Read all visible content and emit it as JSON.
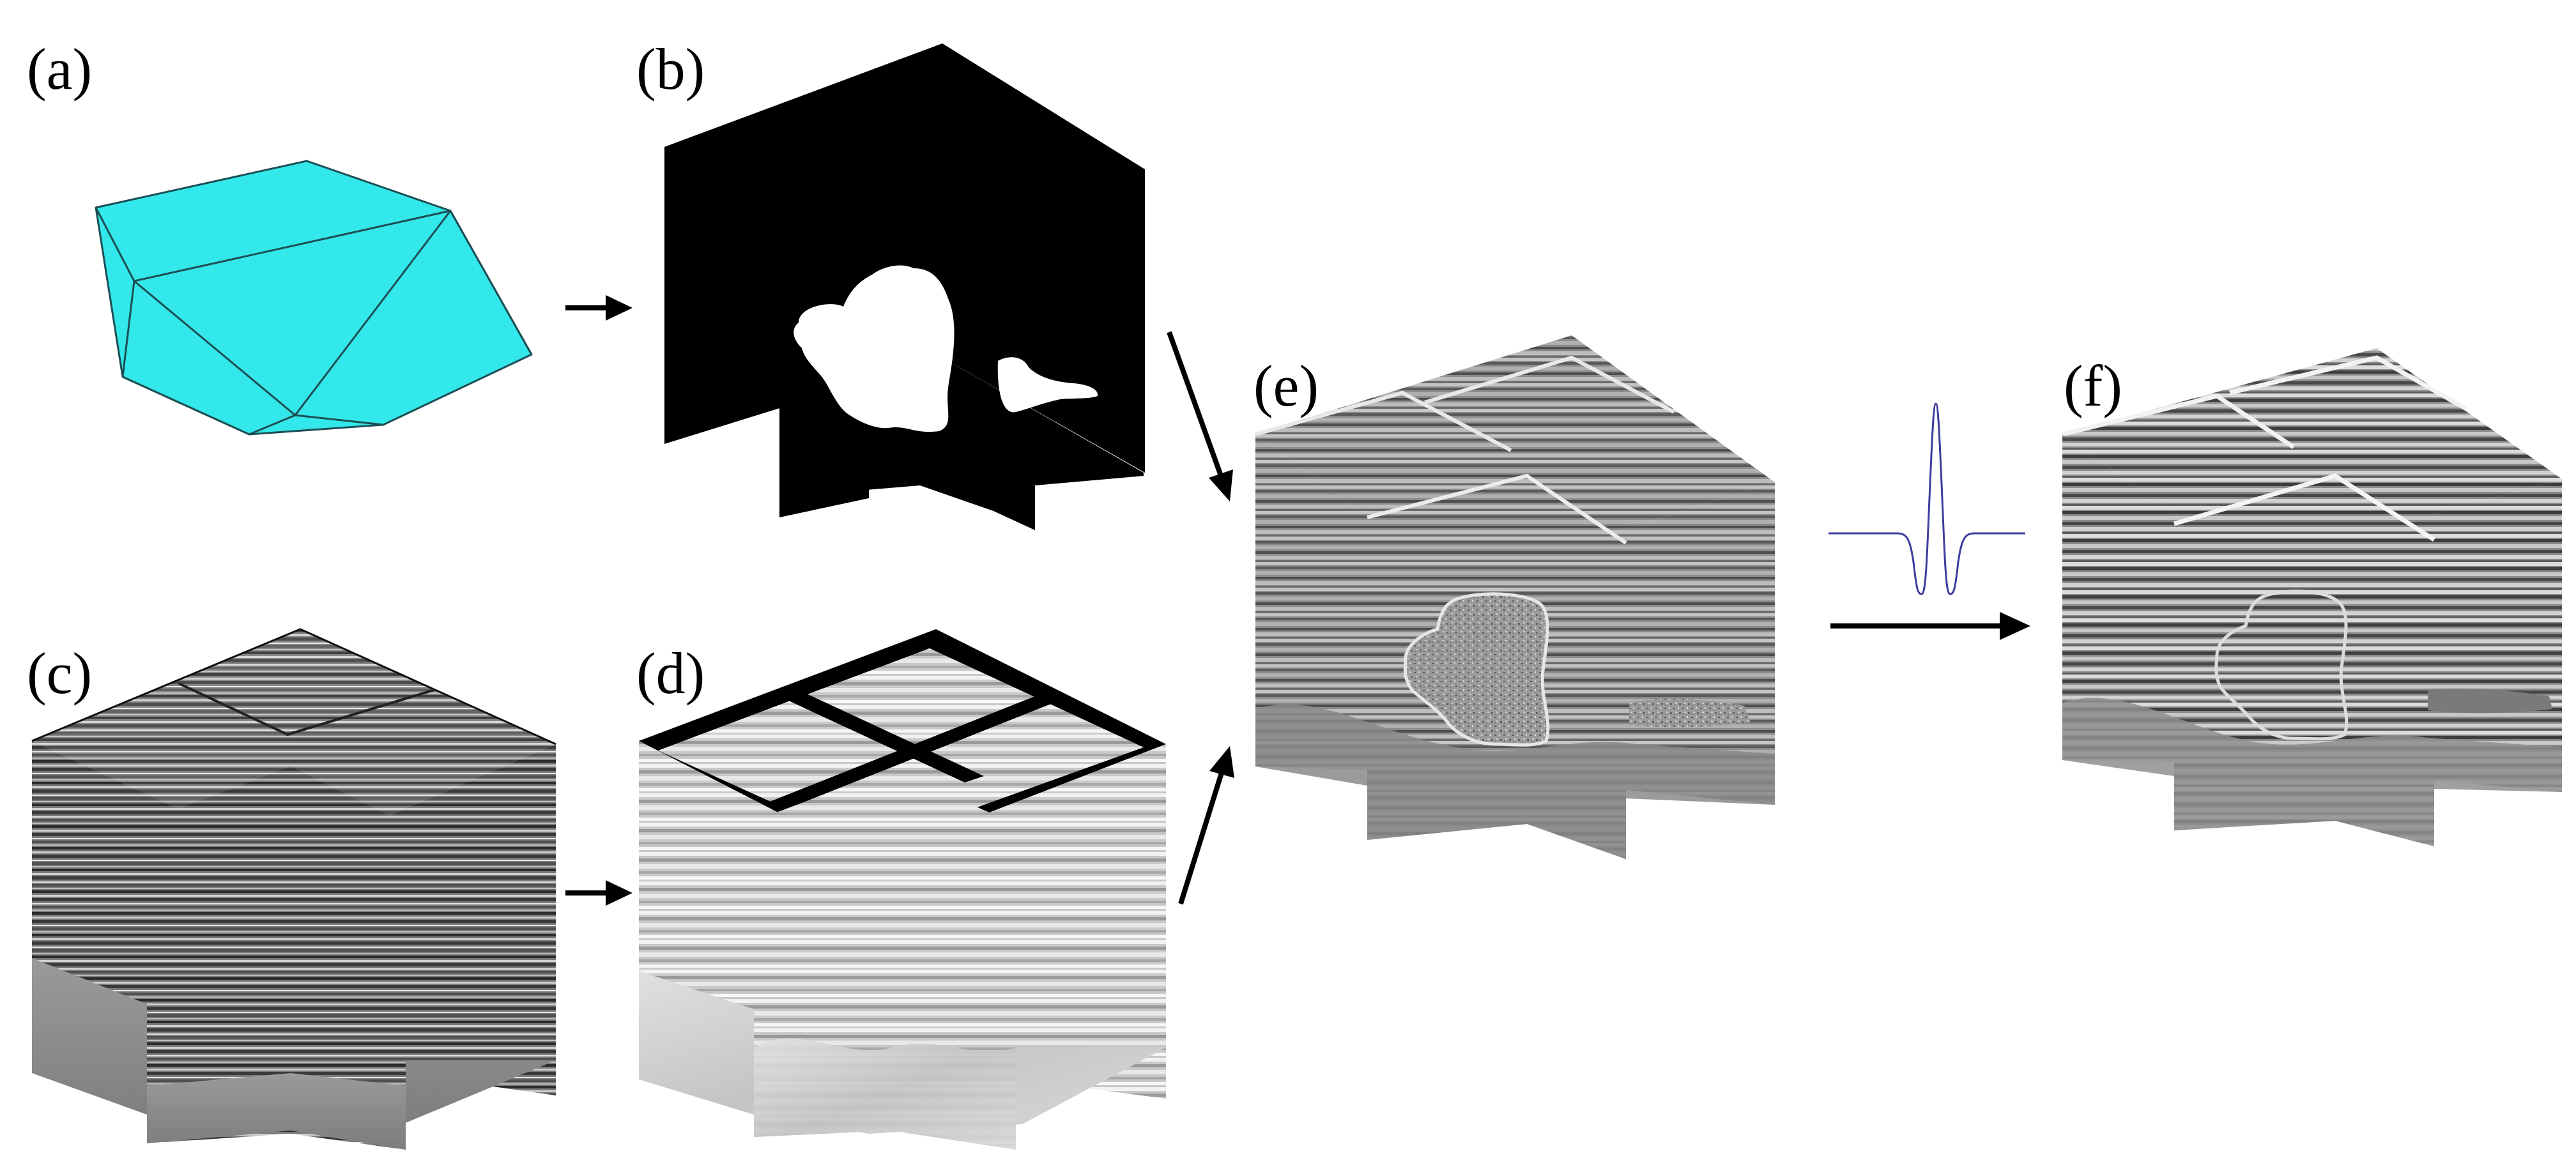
{
  "panels": [
    {
      "id": "a",
      "label": "(a)"
    },
    {
      "id": "b",
      "label": "(b)"
    },
    {
      "id": "c",
      "label": "(c)"
    },
    {
      "id": "d",
      "label": "(d)"
    },
    {
      "id": "e",
      "label": "(e)"
    },
    {
      "id": "f",
      "label": "(f)"
    }
  ],
  "colors": {
    "polyhedron_fill": "#33e8ea",
    "polyhedron_edge": "#1c4f55",
    "mask_black": "#000000",
    "mask_white": "#ffffff",
    "wavelet": "#3d3d9e",
    "arrow": "#000000"
  },
  "icons": [
    "right-arrow-icon",
    "diagonal-arrow-icon",
    "ricker-wavelet-icon"
  ]
}
